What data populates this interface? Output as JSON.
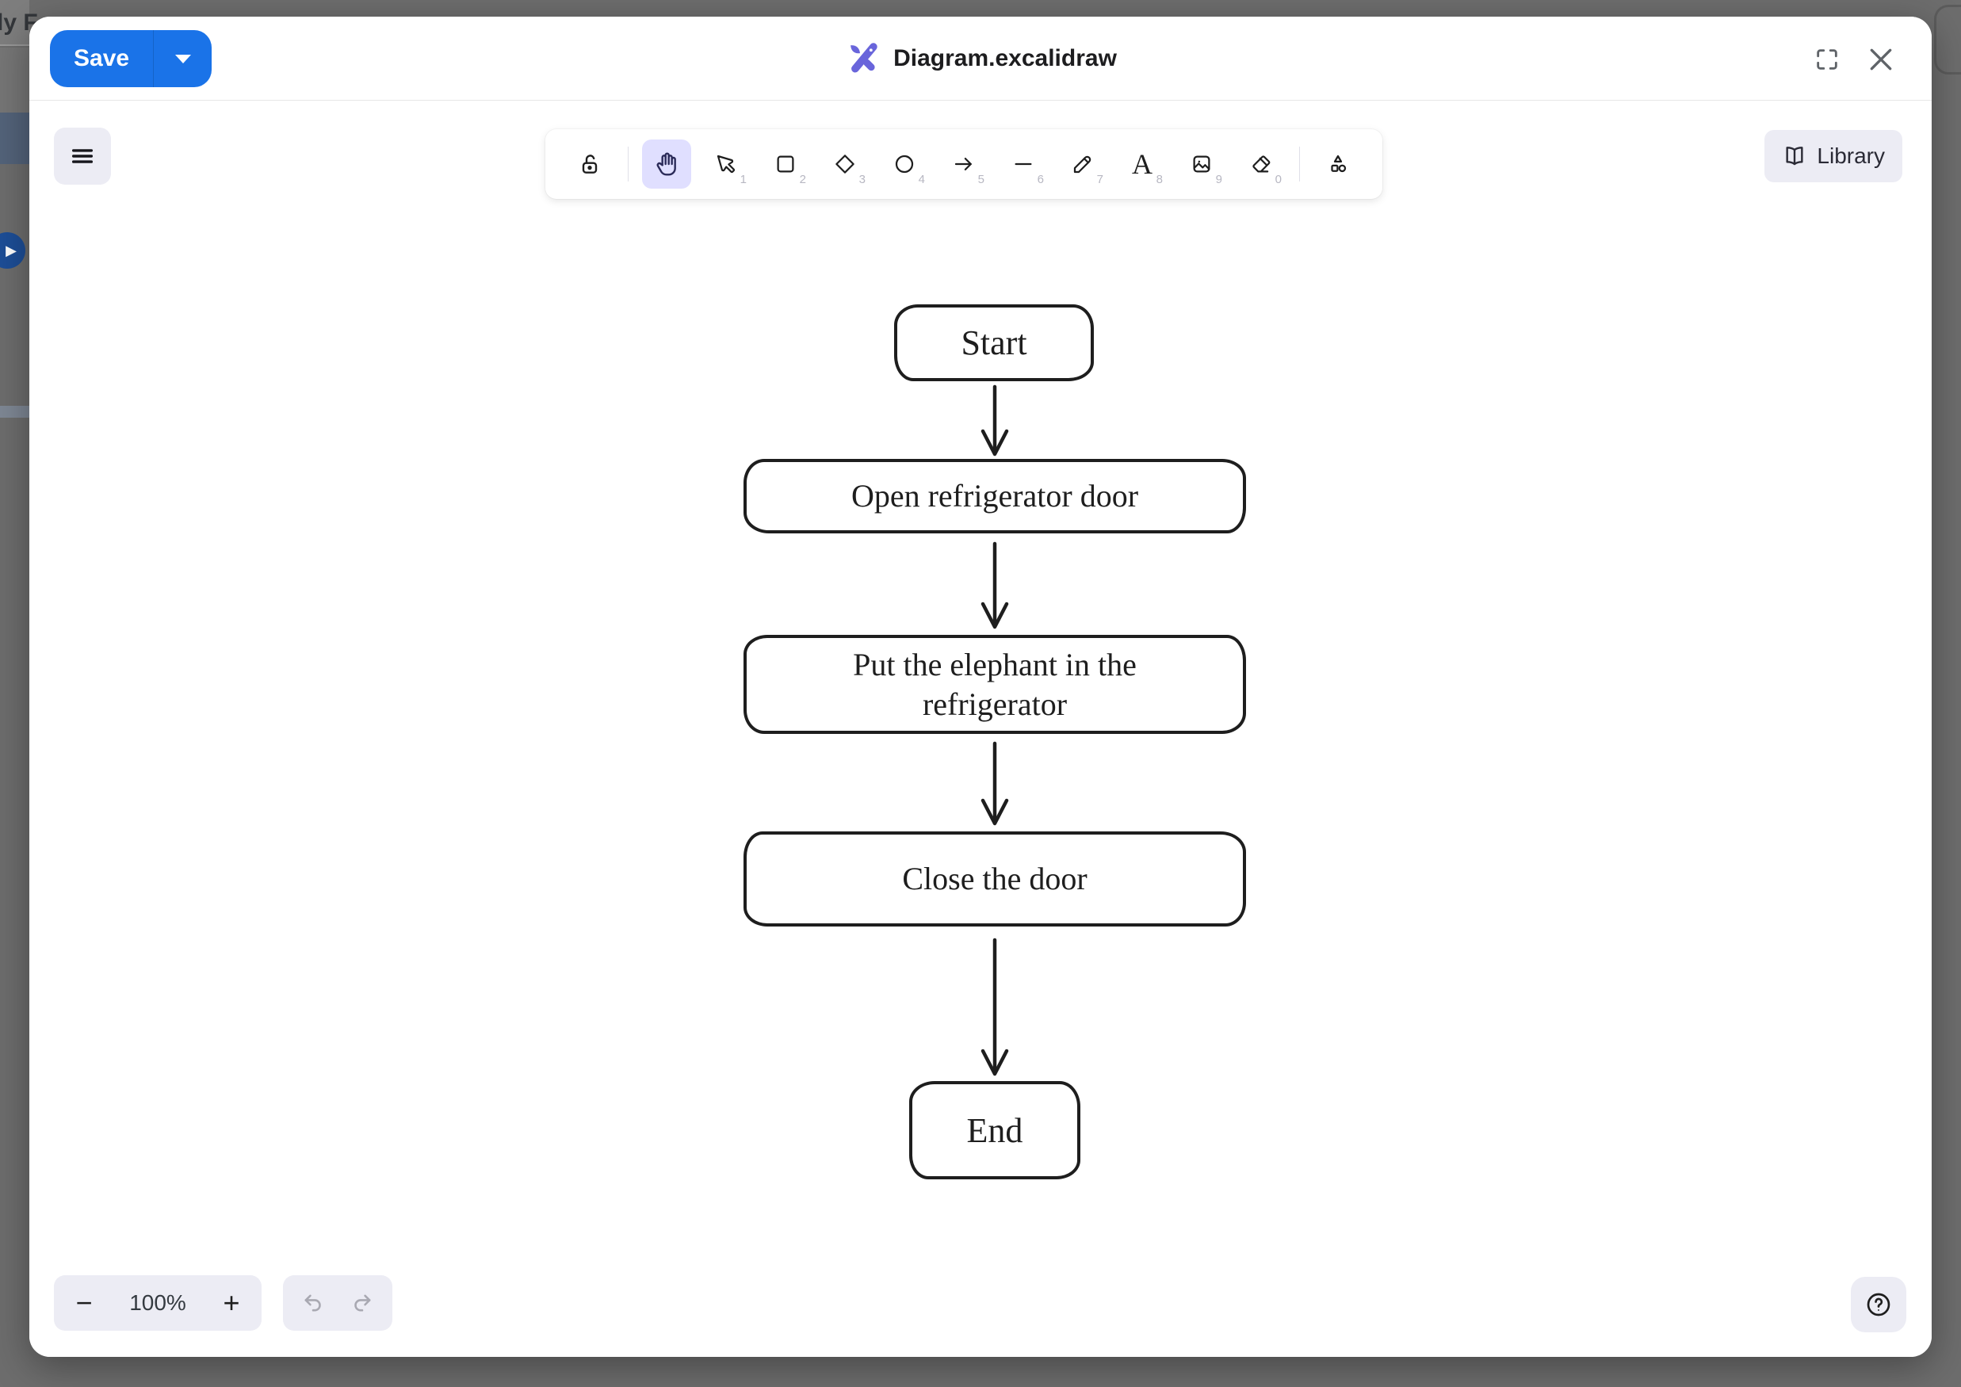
{
  "backdrop": {
    "clipped_text": "ly F"
  },
  "header": {
    "save_label": "Save",
    "title": "Diagram.excalidraw"
  },
  "toolbar": {
    "library_label": "Library",
    "text_glyph": "A",
    "tools": [
      {
        "name": "lock",
        "shortcut": ""
      },
      {
        "name": "hand",
        "shortcut": "",
        "selected": true
      },
      {
        "name": "selection",
        "shortcut": "1"
      },
      {
        "name": "rectangle",
        "shortcut": "2"
      },
      {
        "name": "diamond",
        "shortcut": "3"
      },
      {
        "name": "ellipse",
        "shortcut": "4"
      },
      {
        "name": "arrow",
        "shortcut": "5"
      },
      {
        "name": "line",
        "shortcut": "6"
      },
      {
        "name": "draw",
        "shortcut": "7"
      },
      {
        "name": "text",
        "shortcut": "8"
      },
      {
        "name": "image",
        "shortcut": "9"
      },
      {
        "name": "eraser",
        "shortcut": "0"
      },
      {
        "name": "shapes",
        "shortcut": ""
      }
    ]
  },
  "flowchart": {
    "nodes": [
      {
        "label": "Start"
      },
      {
        "label": "Open refrigerator door"
      },
      {
        "label": "Put the elephant in the refrigerator"
      },
      {
        "label": "Close the door"
      },
      {
        "label": "End"
      }
    ]
  },
  "footer": {
    "zoom_out": "−",
    "zoom_value": "100%",
    "zoom_in": "+"
  },
  "colors": {
    "accent_blue": "#1a73e8",
    "logo_purple": "#6965db",
    "selected_tool_bg": "#e0dfff",
    "stroke": "#1e1e1e",
    "island_bg": "#ececf4"
  }
}
